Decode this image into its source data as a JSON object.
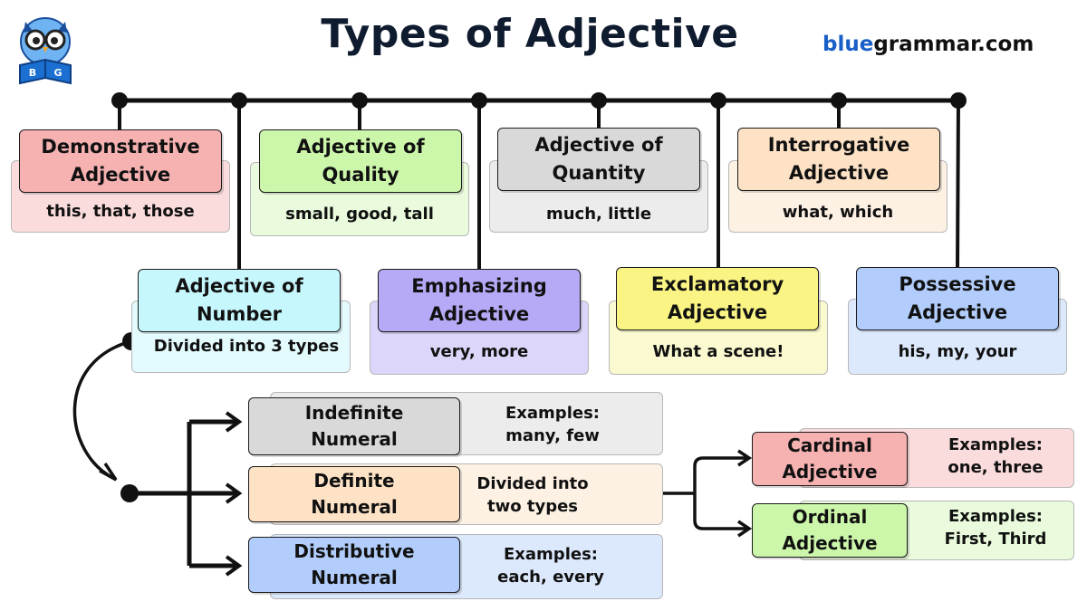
{
  "title": "Types of Adjective",
  "brand": {
    "part1": "blue",
    "part2": "grammar.com"
  },
  "logo": {
    "letters": "BG"
  },
  "top_row": [
    {
      "name": "Demonstrative Adjective",
      "l1": "Demonstrative",
      "l2": "Adjective",
      "examples": "this, that, those",
      "head_color": "#f6b1b1",
      "card_color": "#fbdcdc"
    },
    {
      "name": "Adjective of Quality",
      "l1": "Adjective of",
      "l2": "Quality",
      "examples": "small, good, tall",
      "head_color": "#ccf7aa",
      "card_color": "#e9fbdc"
    },
    {
      "name": "Adjective of Quantity",
      "l1": "Adjective of",
      "l2": "Quantity",
      "examples": "much, little",
      "head_color": "#d9d9d9",
      "card_color": "#ececec"
    },
    {
      "name": "Interrogative Adjective",
      "l1": "Interrogative",
      "l2": "Adjective",
      "examples": "what, which",
      "head_color": "#fde2c5",
      "card_color": "#fdf1e4"
    }
  ],
  "second_row": [
    {
      "name": "Adjective of Number",
      "l1": "Adjective of",
      "l2": "Number",
      "examples": "Divided into 3 types",
      "head_color": "#c6f7fd",
      "card_color": "#e3fbfd"
    },
    {
      "name": "Emphasizing Adjective",
      "l1": "Emphasizing",
      "l2": "Adjective",
      "examples": "very, more",
      "head_color": "#b6a9f6",
      "card_color": "#dcd6fa"
    },
    {
      "name": "Exclamatory Adjective",
      "l1": "Exclamatory",
      "l2": "Adjective",
      "examples": "What a scene!",
      "head_color": "#f9f483",
      "card_color": "#fbf9cf"
    },
    {
      "name": "Possessive Adjective",
      "l1": "Possessive",
      "l2": "Adjective",
      "examples": "his, my, your",
      "head_color": "#b2cdfb",
      "card_color": "#dce8fc"
    }
  ],
  "numerals": [
    {
      "name": "Indefinite Numeral",
      "l1": "Indefinite",
      "l2": "Numeral",
      "e1": "Examples:",
      "e2": "many,  few",
      "head_color": "#d9d9d9",
      "card_color": "#ececec"
    },
    {
      "name": "Definite Numeral",
      "l1": "Definite",
      "l2": "Numeral",
      "e1": "Divided into",
      "e2": "two types",
      "head_color": "#fde2c5",
      "card_color": "#fdf1e4"
    },
    {
      "name": "Distributive Numeral",
      "l1": "Distributive",
      "l2": "Numeral",
      "e1": "Examples:",
      "e2": "each,  every",
      "head_color": "#b2cdfb",
      "card_color": "#dce8fc"
    }
  ],
  "definite_types": [
    {
      "name": "Cardinal Adjective",
      "l1": "Cardinal",
      "l2": "Adjective",
      "e1": "Examples:",
      "e2": "one,  three",
      "head_color": "#f6b1b1",
      "card_color": "#fbdcdc"
    },
    {
      "name": "Ordinal Adjective",
      "l1": "Ordinal",
      "l2": "Adjective",
      "e1": "Examples:",
      "e2": "First,  Third",
      "head_color": "#ccf7aa",
      "card_color": "#e9fbdc"
    }
  ]
}
